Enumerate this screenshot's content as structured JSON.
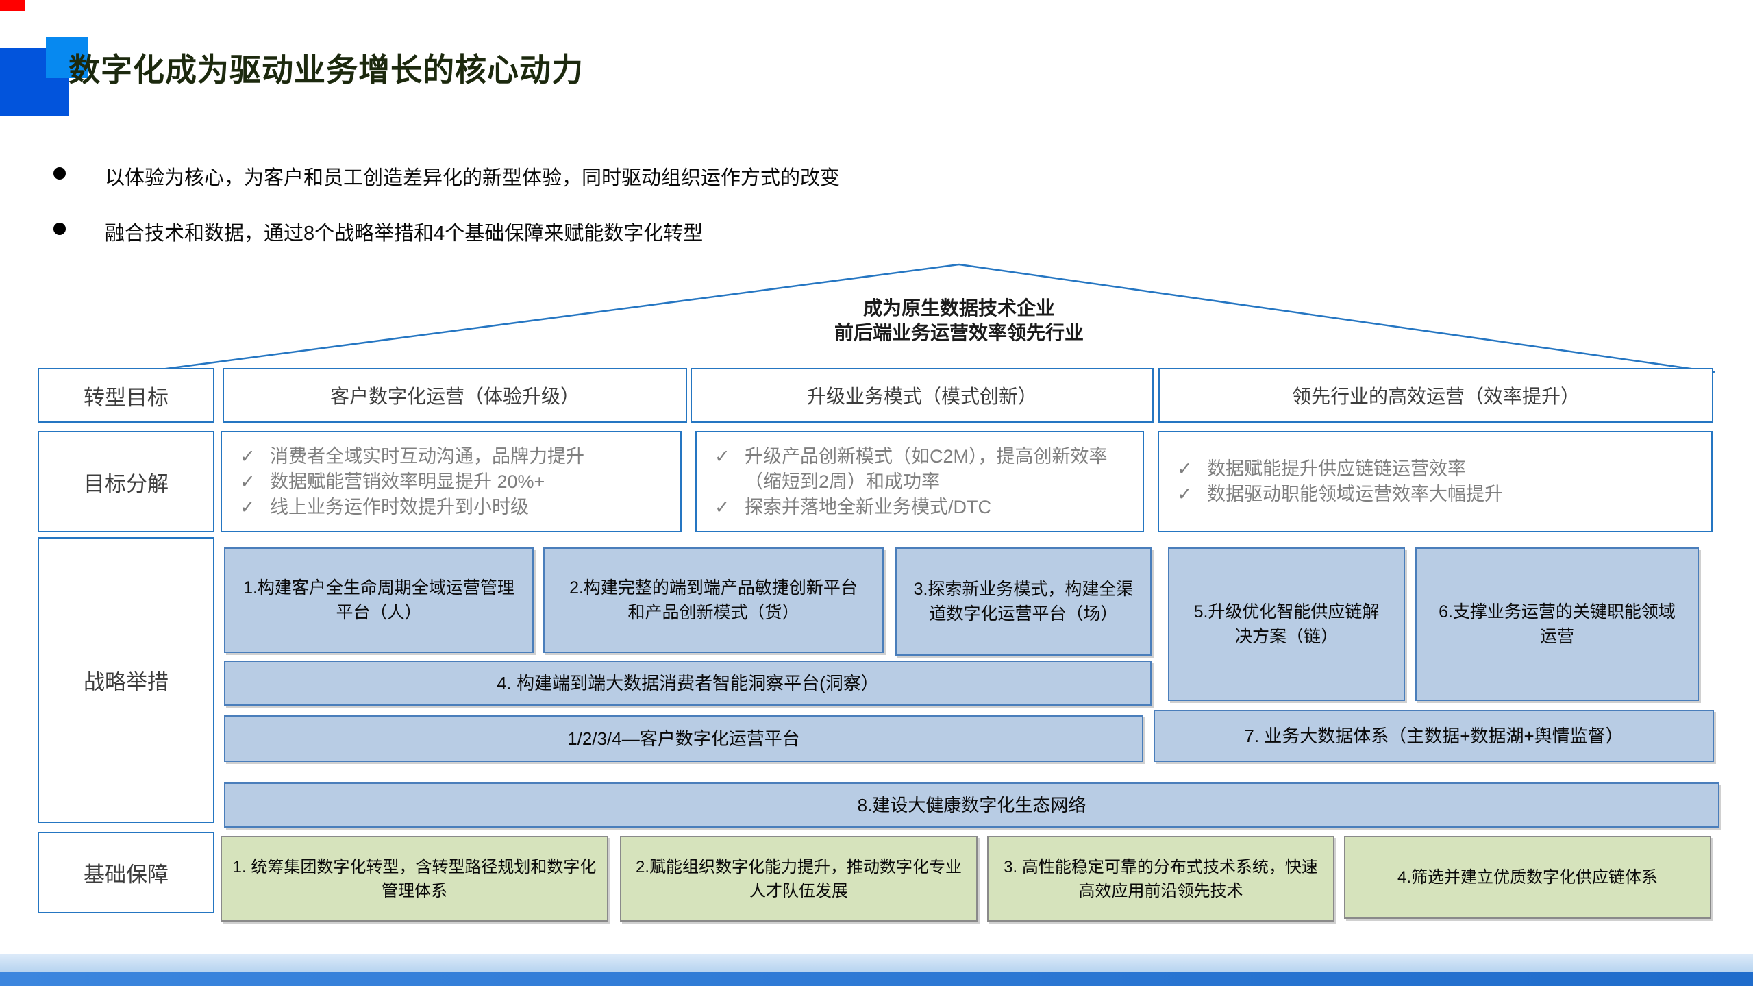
{
  "slide": {
    "title": "数字化成为驱动业务增长的核心动力",
    "bullets": [
      "以体验为核心，为客户和员工创造差异化的新型体验，同时驱动组织运作方式的改变",
      "融合技术和数据，通过8个战略举措和4个基础保障来赋能数字化转型"
    ]
  },
  "roof": {
    "line1": "成为原生数据技术企业",
    "line2": "前后端业务运营效率领先行业"
  },
  "goal_row": {
    "label": "转型目标",
    "col1": "客户数字化运营（体验升级）",
    "col2": "升级业务模式（模式创新）",
    "col3": "领先行业的高效运营（效率提升）"
  },
  "decomp_row": {
    "label": "目标分解",
    "check": "✓",
    "col1": [
      "消费者全域实时互动沟通，品牌力提升",
      "数据赋能营销效率明显提升 20%+",
      "线上业务运作时效提升到小时级"
    ],
    "col2": [
      "升级产品创新模式（如C2M），提高创新效率（缩短到2周）和成功率",
      "探索并落地全新业务模式/DTC"
    ],
    "col3": [
      "数据赋能提升供应链链运营效率",
      "数据驱动职能领域运营效率大幅提升"
    ]
  },
  "strategy_row": {
    "label": "战略举措",
    "box1": "1.构建客户全生命周期全域运营管理平台（人）",
    "box2": "2.构建完整的端到端产品敏捷创新平台和产品创新模式（货）",
    "box3": "3.探索新业务模式，构建全渠道数字化运营平台（场）",
    "box4": "4. 构建端到端大数据消费者智能洞察平台(洞察）",
    "box5": "5.升级优化智能供应链解决方案（链）",
    "box6": "6.支撑业务运营的关键职能领域运营",
    "box1234": "1/2/3/4—客户数字化运营平台",
    "box7": "7. 业务大数据体系（主数据+数据湖+舆情监督）",
    "box8": "8.建设大健康数字化生态网络"
  },
  "foundation_row": {
    "label": "基础保障",
    "box1": "1. 统筹集团数字化转型，含转型路径规划和数字化管理体系",
    "box2": "2.赋能组织数字化能力提升，推动数字化专业人才队伍发展",
    "box3": "3. 高性能稳定可靠的分布式技术系统，快速高效应用前沿领先技术",
    "box4": "4.筛选并建立优质数字化供应链体系"
  },
  "colors": {
    "corner_red": "#FF0000",
    "accent_dark_blue": "#0254DC",
    "accent_light_blue": "#0789F0",
    "box_border_blue": "#2576C2",
    "strategy_fill": "#B8CCE4",
    "foundation_fill": "#D6E3BC",
    "check_gray": "#7F7F7F",
    "footer_light": "#B7D4F0",
    "footer_dark": "#2B79D8"
  }
}
